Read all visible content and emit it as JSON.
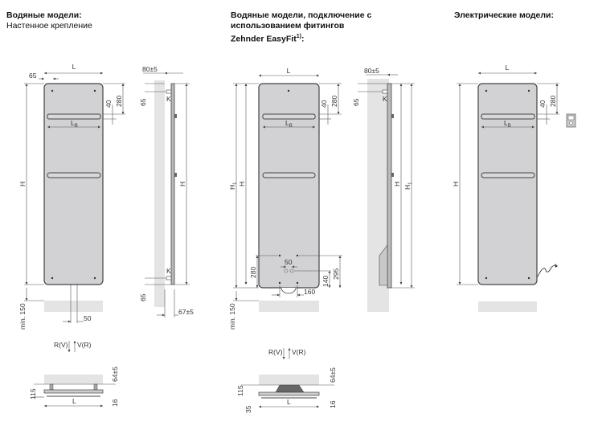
{
  "columns": [
    {
      "title": "Водяные модели:",
      "subtitle": "Настенное крепление"
    },
    {
      "title_lines": [
        "Водяные модели, подключение с",
        "использованием фитингов",
        "Zehnder EasyFit"
      ],
      "footnote": "1)",
      "suffix": ":"
    },
    {
      "title": "Электрические модели:"
    }
  ],
  "labels": {
    "L": "L",
    "Lb": "L",
    "Lb_sub": "B",
    "H": "H",
    "H1": "H",
    "H1_sub": "1",
    "K": "K",
    "d65": "65",
    "d280": "280",
    "d40": "40",
    "d80": "80±5",
    "d67": "67±5",
    "d50": "50",
    "min150": "min. 150",
    "d140": "140",
    "d295": "295",
    "d160": "160",
    "d115": "115",
    "d64": "64±5",
    "d16": "16",
    "d35": "35",
    "flow": "R(V)",
    "return": "V(R)"
  },
  "colors": {
    "panel": "#d2d2d4",
    "wall": "#e4e4e4",
    "outline": "#444444"
  }
}
